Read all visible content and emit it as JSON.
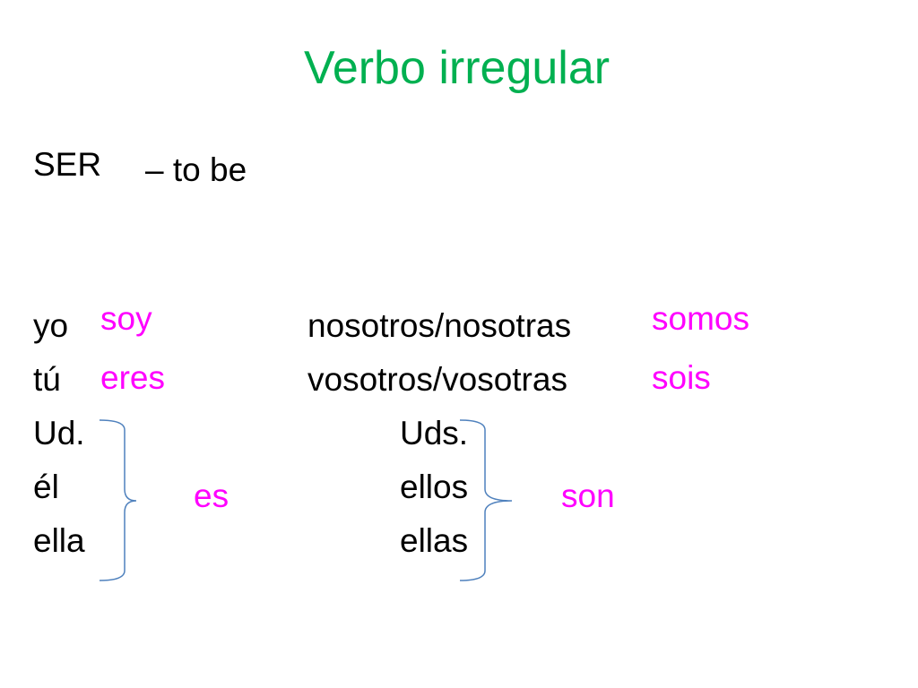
{
  "title": "Verbo irregular",
  "verb": {
    "infinitive": "SER",
    "meaning": "– to be"
  },
  "singular": {
    "yo": {
      "pronoun": "yo",
      "form": "soy"
    },
    "tu": {
      "pronoun": "tú",
      "form": "eres"
    },
    "third_person": {
      "pronouns": [
        "Ud.",
        "él",
        "ella"
      ],
      "form": "es"
    }
  },
  "plural": {
    "nosotros": {
      "pronoun": "nosotros/nosotras",
      "form": "somos"
    },
    "vosotros": {
      "pronoun": "vosotros/vosotras",
      "form": "sois"
    },
    "third_person": {
      "pronouns": [
        "Uds.",
        "ellos",
        "ellas"
      ],
      "form": "son"
    }
  },
  "colors": {
    "title": "#00b050",
    "conjugation": "#ff00ff",
    "brace": "#4f81bd",
    "text": "#000000"
  }
}
